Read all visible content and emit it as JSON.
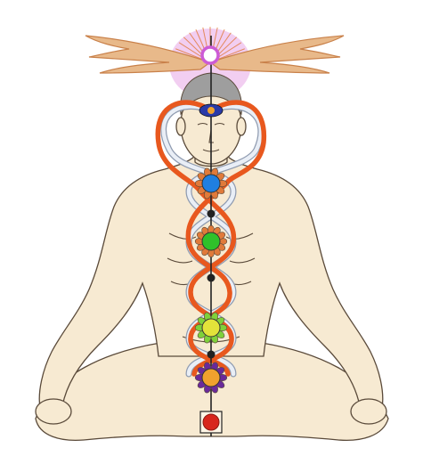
{
  "colors": {
    "skin": "#f7ead2",
    "outline": "#5a4a3a",
    "hair": "#9e9e9e",
    "wing": "#e8b98a",
    "wing_stroke": "#c9814a",
    "aura": "#e7a6e6",
    "rays": "#e07a3a",
    "spine": "#222222",
    "nadi_orange": "#e8581e",
    "nadi_white": "#e9eef6",
    "nadi_white_stroke": "#8f9bb0"
  },
  "chakras": [
    {
      "name": "crown",
      "color": "#cc5bd6",
      "icon": "lotus-ring-icon"
    },
    {
      "name": "third-eye",
      "color": "#2a3aa8",
      "icon": "eye-lotus-icon"
    },
    {
      "name": "throat",
      "color": "#1f7fe0",
      "icon": "lotus-icon"
    },
    {
      "name": "heart",
      "color": "#2fc12a",
      "icon": "lotus-icon"
    },
    {
      "name": "solar-plexus",
      "color": "#e3e33a",
      "icon": "lotus-icon"
    },
    {
      "name": "sacral",
      "color": "#f0a22e",
      "icon": "lotus-icon"
    },
    {
      "name": "root",
      "color": "#d8261c",
      "icon": "square-icon"
    }
  ]
}
